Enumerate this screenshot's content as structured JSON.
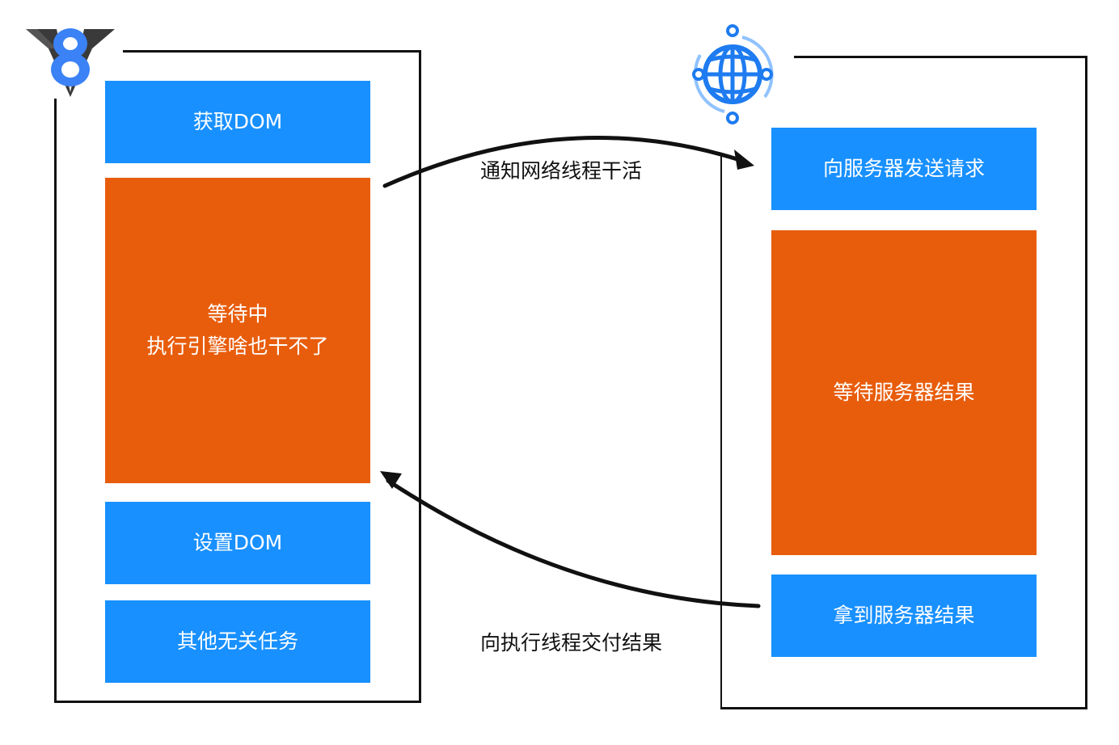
{
  "colors": {
    "task_blue": "#1890ff",
    "wait_orange": "#e85d0c",
    "v8_blue": "#3b82f6",
    "globe_blue": "#1e7bf0"
  },
  "icons": {
    "left": "v8-logo-icon",
    "right": "globe-network-icon"
  },
  "left_panel": {
    "tasks": [
      {
        "text": "获取DOM",
        "kind": "blue"
      },
      {
        "line1": "等待中",
        "line2": "执行引擎啥也干不了",
        "kind": "orange"
      },
      {
        "text": "设置DOM",
        "kind": "blue"
      },
      {
        "text": "其他无关任务",
        "kind": "blue"
      }
    ]
  },
  "right_panel": {
    "tasks": [
      {
        "text": "向服务器发送请求",
        "kind": "blue"
      },
      {
        "text": "等待服务器结果",
        "kind": "orange"
      },
      {
        "text": "拿到服务器结果",
        "kind": "blue"
      }
    ]
  },
  "arrows": {
    "forward_label": "通知网络线程干活",
    "back_label": "向执行线程交付结果"
  }
}
